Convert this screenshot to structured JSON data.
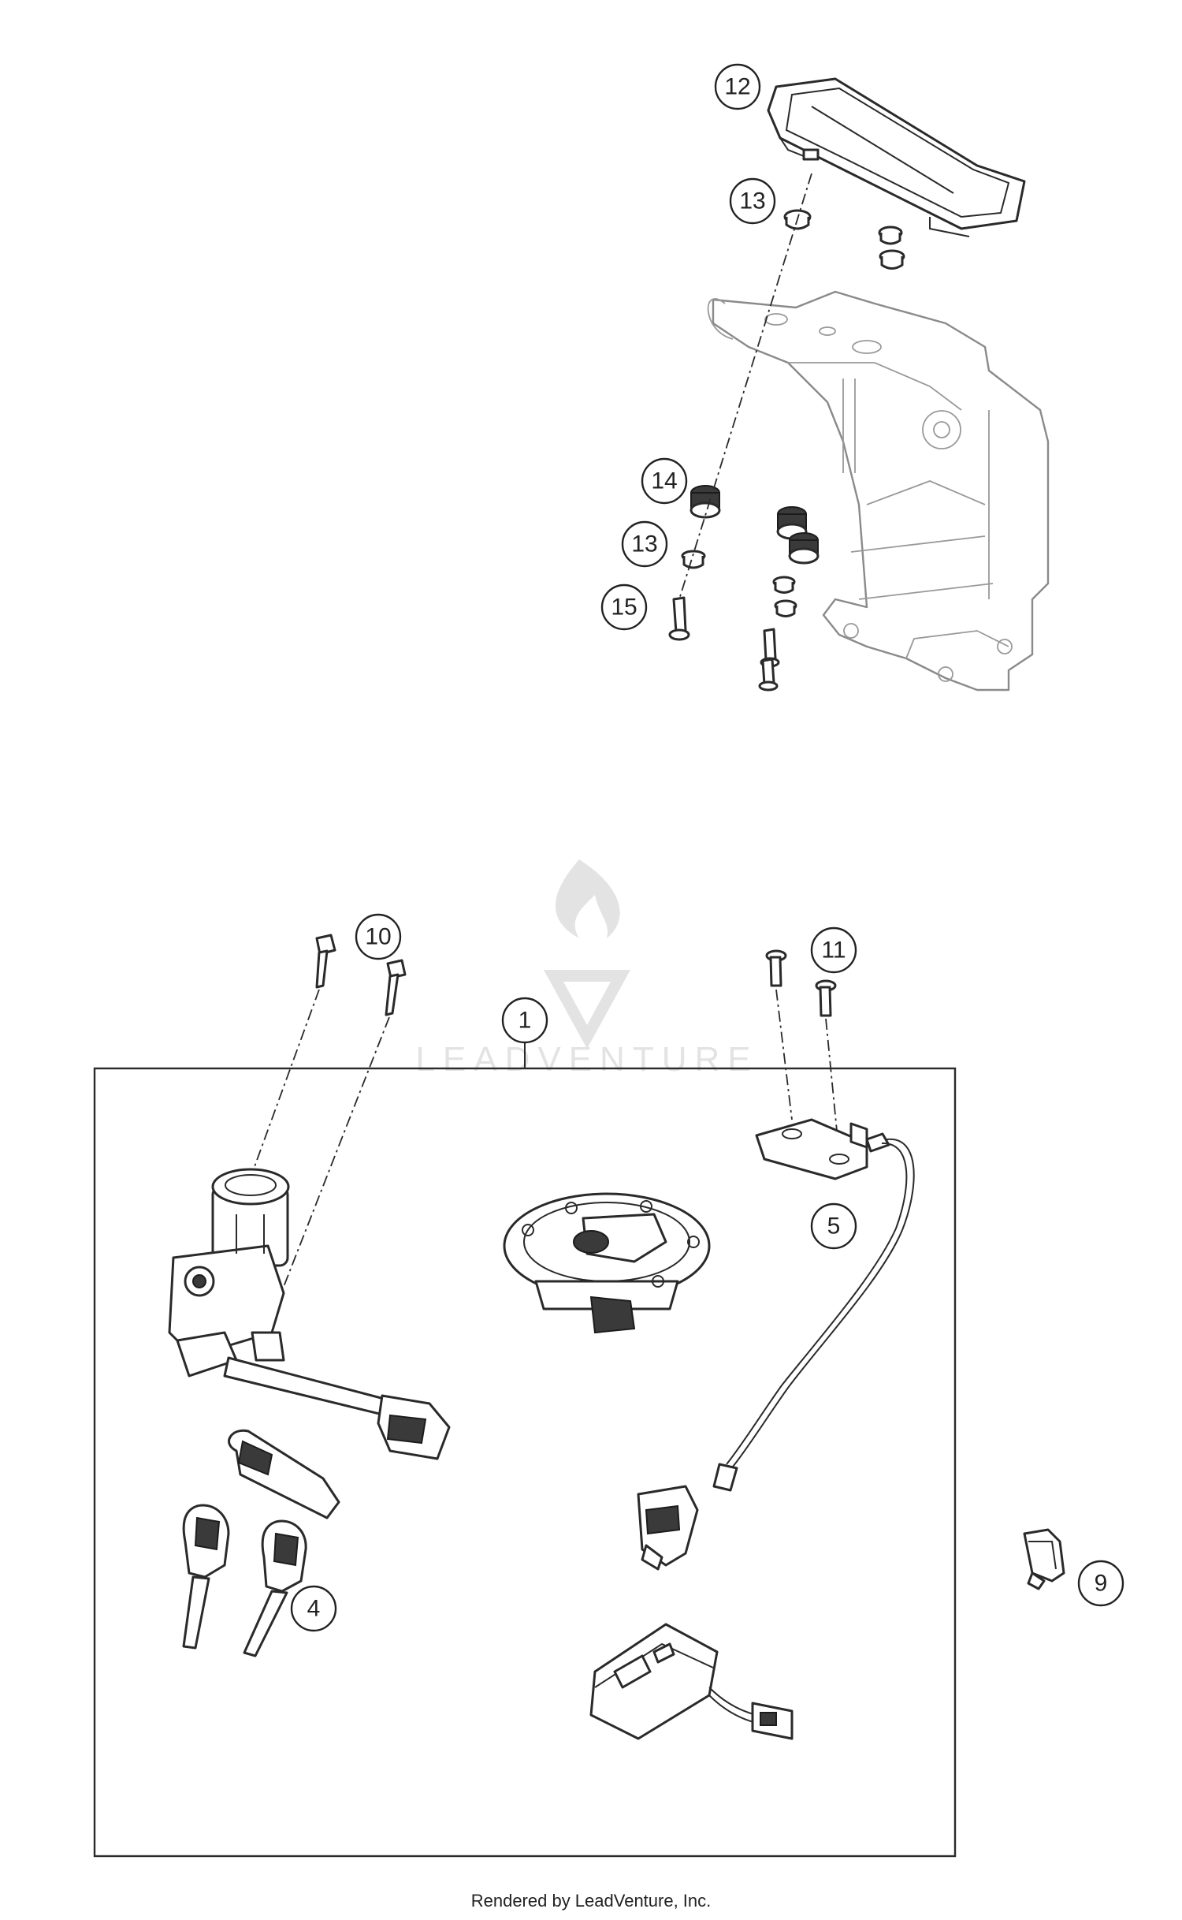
{
  "watermark": {
    "text": "LEADVENTURE"
  },
  "callouts": [
    {
      "id": "12",
      "label": "12"
    },
    {
      "id": "13a",
      "label": "13"
    },
    {
      "id": "14",
      "label": "14"
    },
    {
      "id": "13b",
      "label": "13"
    },
    {
      "id": "15",
      "label": "15"
    },
    {
      "id": "10",
      "label": "10"
    },
    {
      "id": "11",
      "label": "11"
    },
    {
      "id": "1",
      "label": "1"
    },
    {
      "id": "5",
      "label": "5"
    },
    {
      "id": "4",
      "label": "4"
    },
    {
      "id": "9",
      "label": "9"
    }
  ],
  "footer": {
    "text": "Rendered by LeadVenture, Inc."
  }
}
